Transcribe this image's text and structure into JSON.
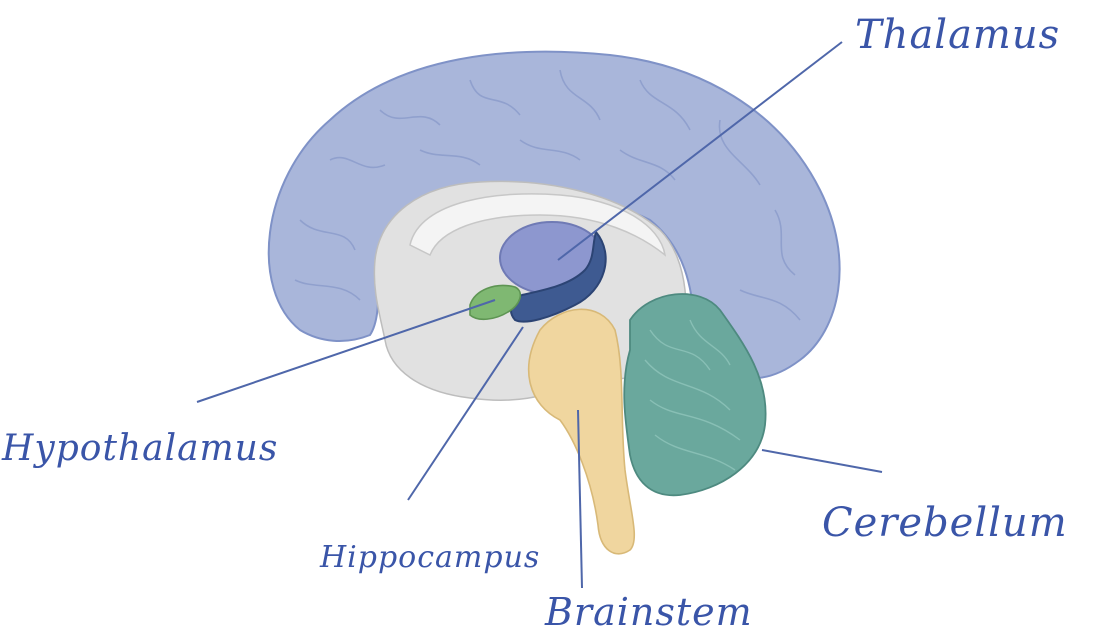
{
  "labels": {
    "thalamus": "Thalamus",
    "hypothalamus": "Hypothalamus",
    "hippocampus": "Hippocampus",
    "brainstem": "Brainstem",
    "cerebellum": "Cerebellum"
  },
  "colors": {
    "cortex": "#a9b6da",
    "cortex_stroke": "#7f92c7",
    "inner_gray": "#e1e1e1",
    "thalamus": "#8d97cf",
    "hippocampus": "#3e5a91",
    "hypothalamus": "#7fb872",
    "brainstem": "#f0d69f",
    "cerebellum": "#6aa89d",
    "line": "#4f67aa"
  }
}
